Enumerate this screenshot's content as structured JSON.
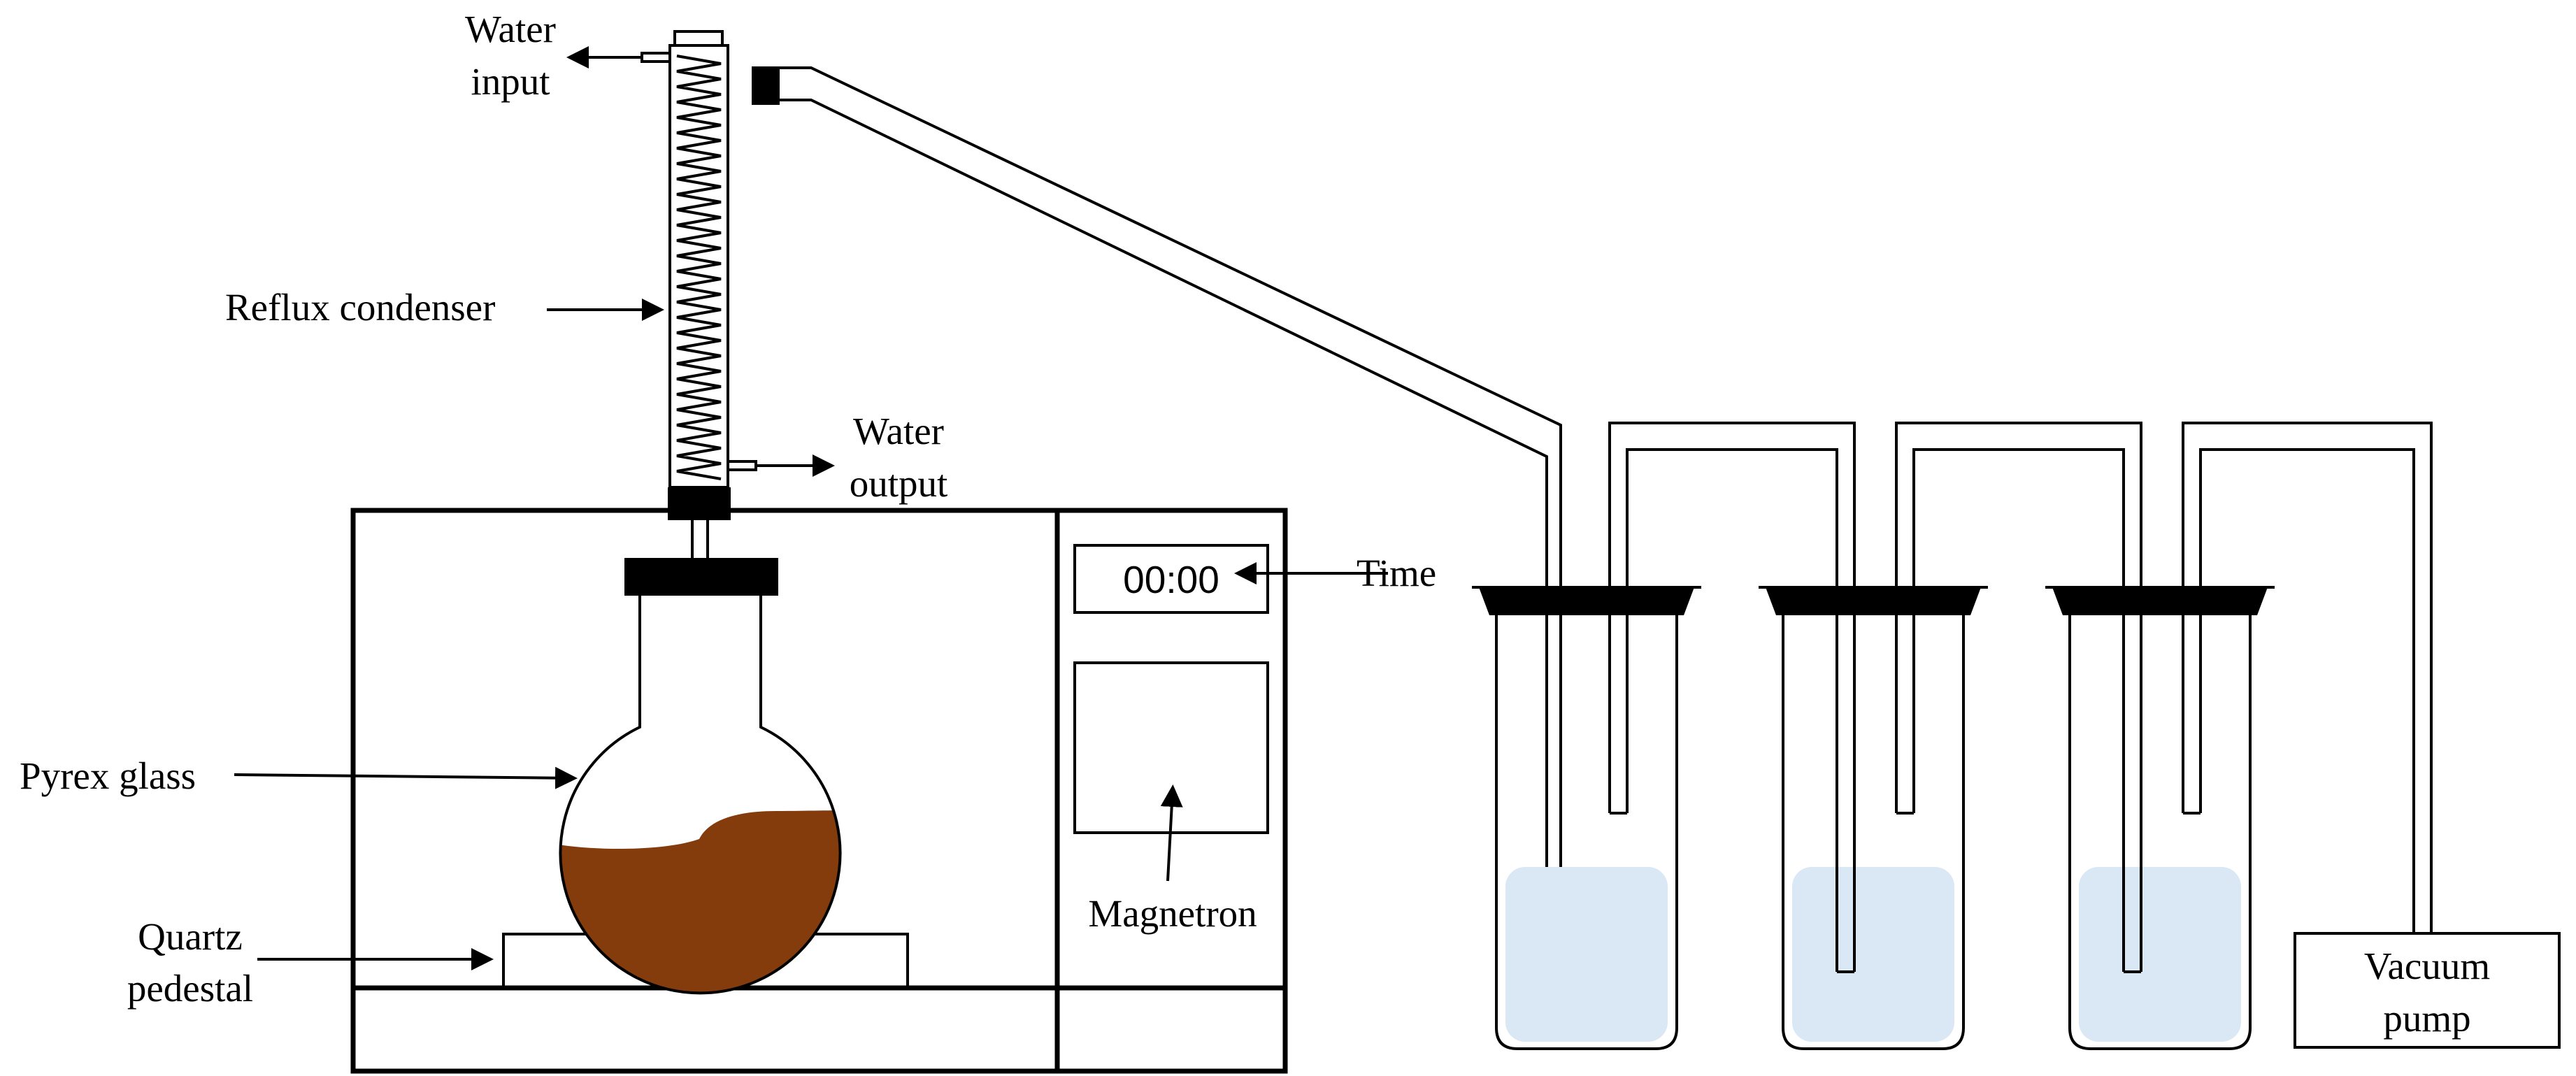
{
  "labels": {
    "water_input": [
      "Water",
      "input"
    ],
    "reflux_condenser": "Reflux condenser",
    "water_output": [
      "Water",
      "output"
    ],
    "time": "Time",
    "pyrex_glass": "Pyrex glass",
    "quartz_pedestal": [
      "Quartz",
      "pedestal"
    ],
    "magnetron": "Magnetron",
    "vacuum_pump": [
      "Vacuum",
      "pump"
    ]
  },
  "display": {
    "time_value": "00:00"
  },
  "colors": {
    "line": "#000000",
    "liquid_brown": "#843c0c",
    "liquid_blue": "#dae7f4",
    "background": "#ffffff"
  }
}
